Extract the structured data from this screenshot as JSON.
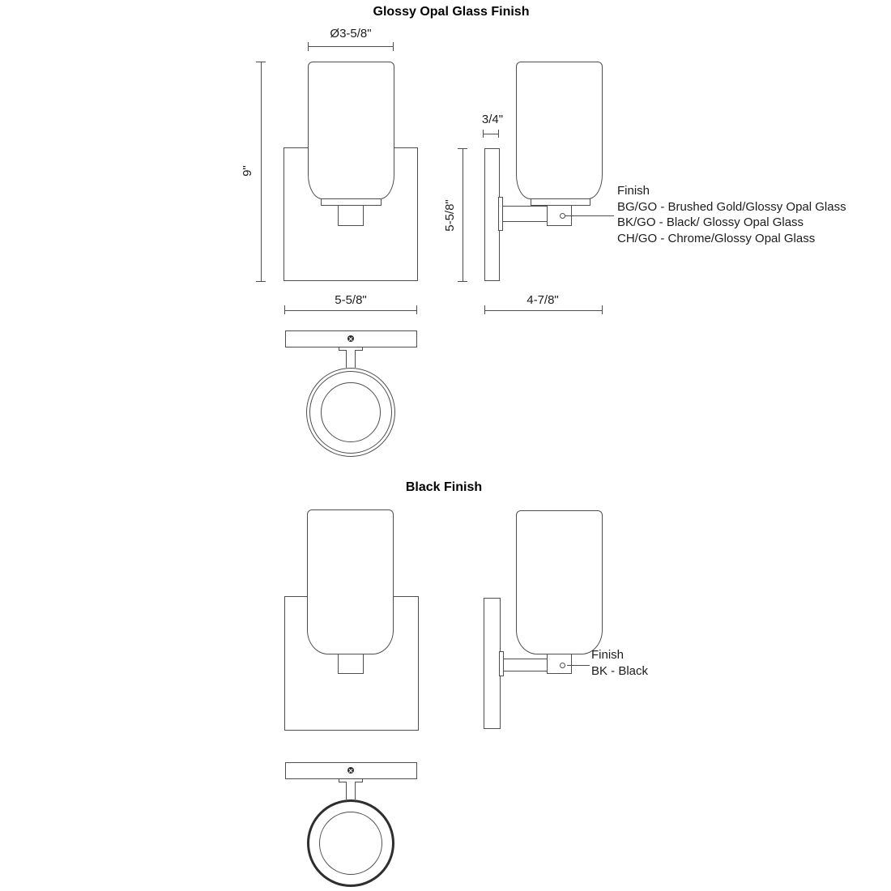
{
  "page": {
    "background": "#ffffff",
    "line_color": "#4e4e4e",
    "text_color": "#1c1c1c",
    "drawing_type": "wall-sconce-spec-diagram"
  },
  "sections": [
    {
      "id": "glossy-opal",
      "title": "Glossy Opal Glass Finish",
      "dims": {
        "glass_diameter": "Ø3-5/8\"",
        "overall_height": "9\"",
        "backplate_depth": "3/4\"",
        "backplate_side_height": "5-5/8\"",
        "backplate_front_width": "5-5/8\"",
        "projection": "4-7/8\""
      },
      "finish": {
        "heading": "Finish",
        "options": [
          "BG/GO - Brushed Gold/Glossy Opal Glass",
          "BK/GO - Black/ Glossy Opal Glass",
          "CH/GO - Chrome/Glossy Opal Glass"
        ]
      }
    },
    {
      "id": "black",
      "title": "Black Finish",
      "finish": {
        "heading": "Finish",
        "options": [
          "BK - Black"
        ]
      }
    }
  ]
}
